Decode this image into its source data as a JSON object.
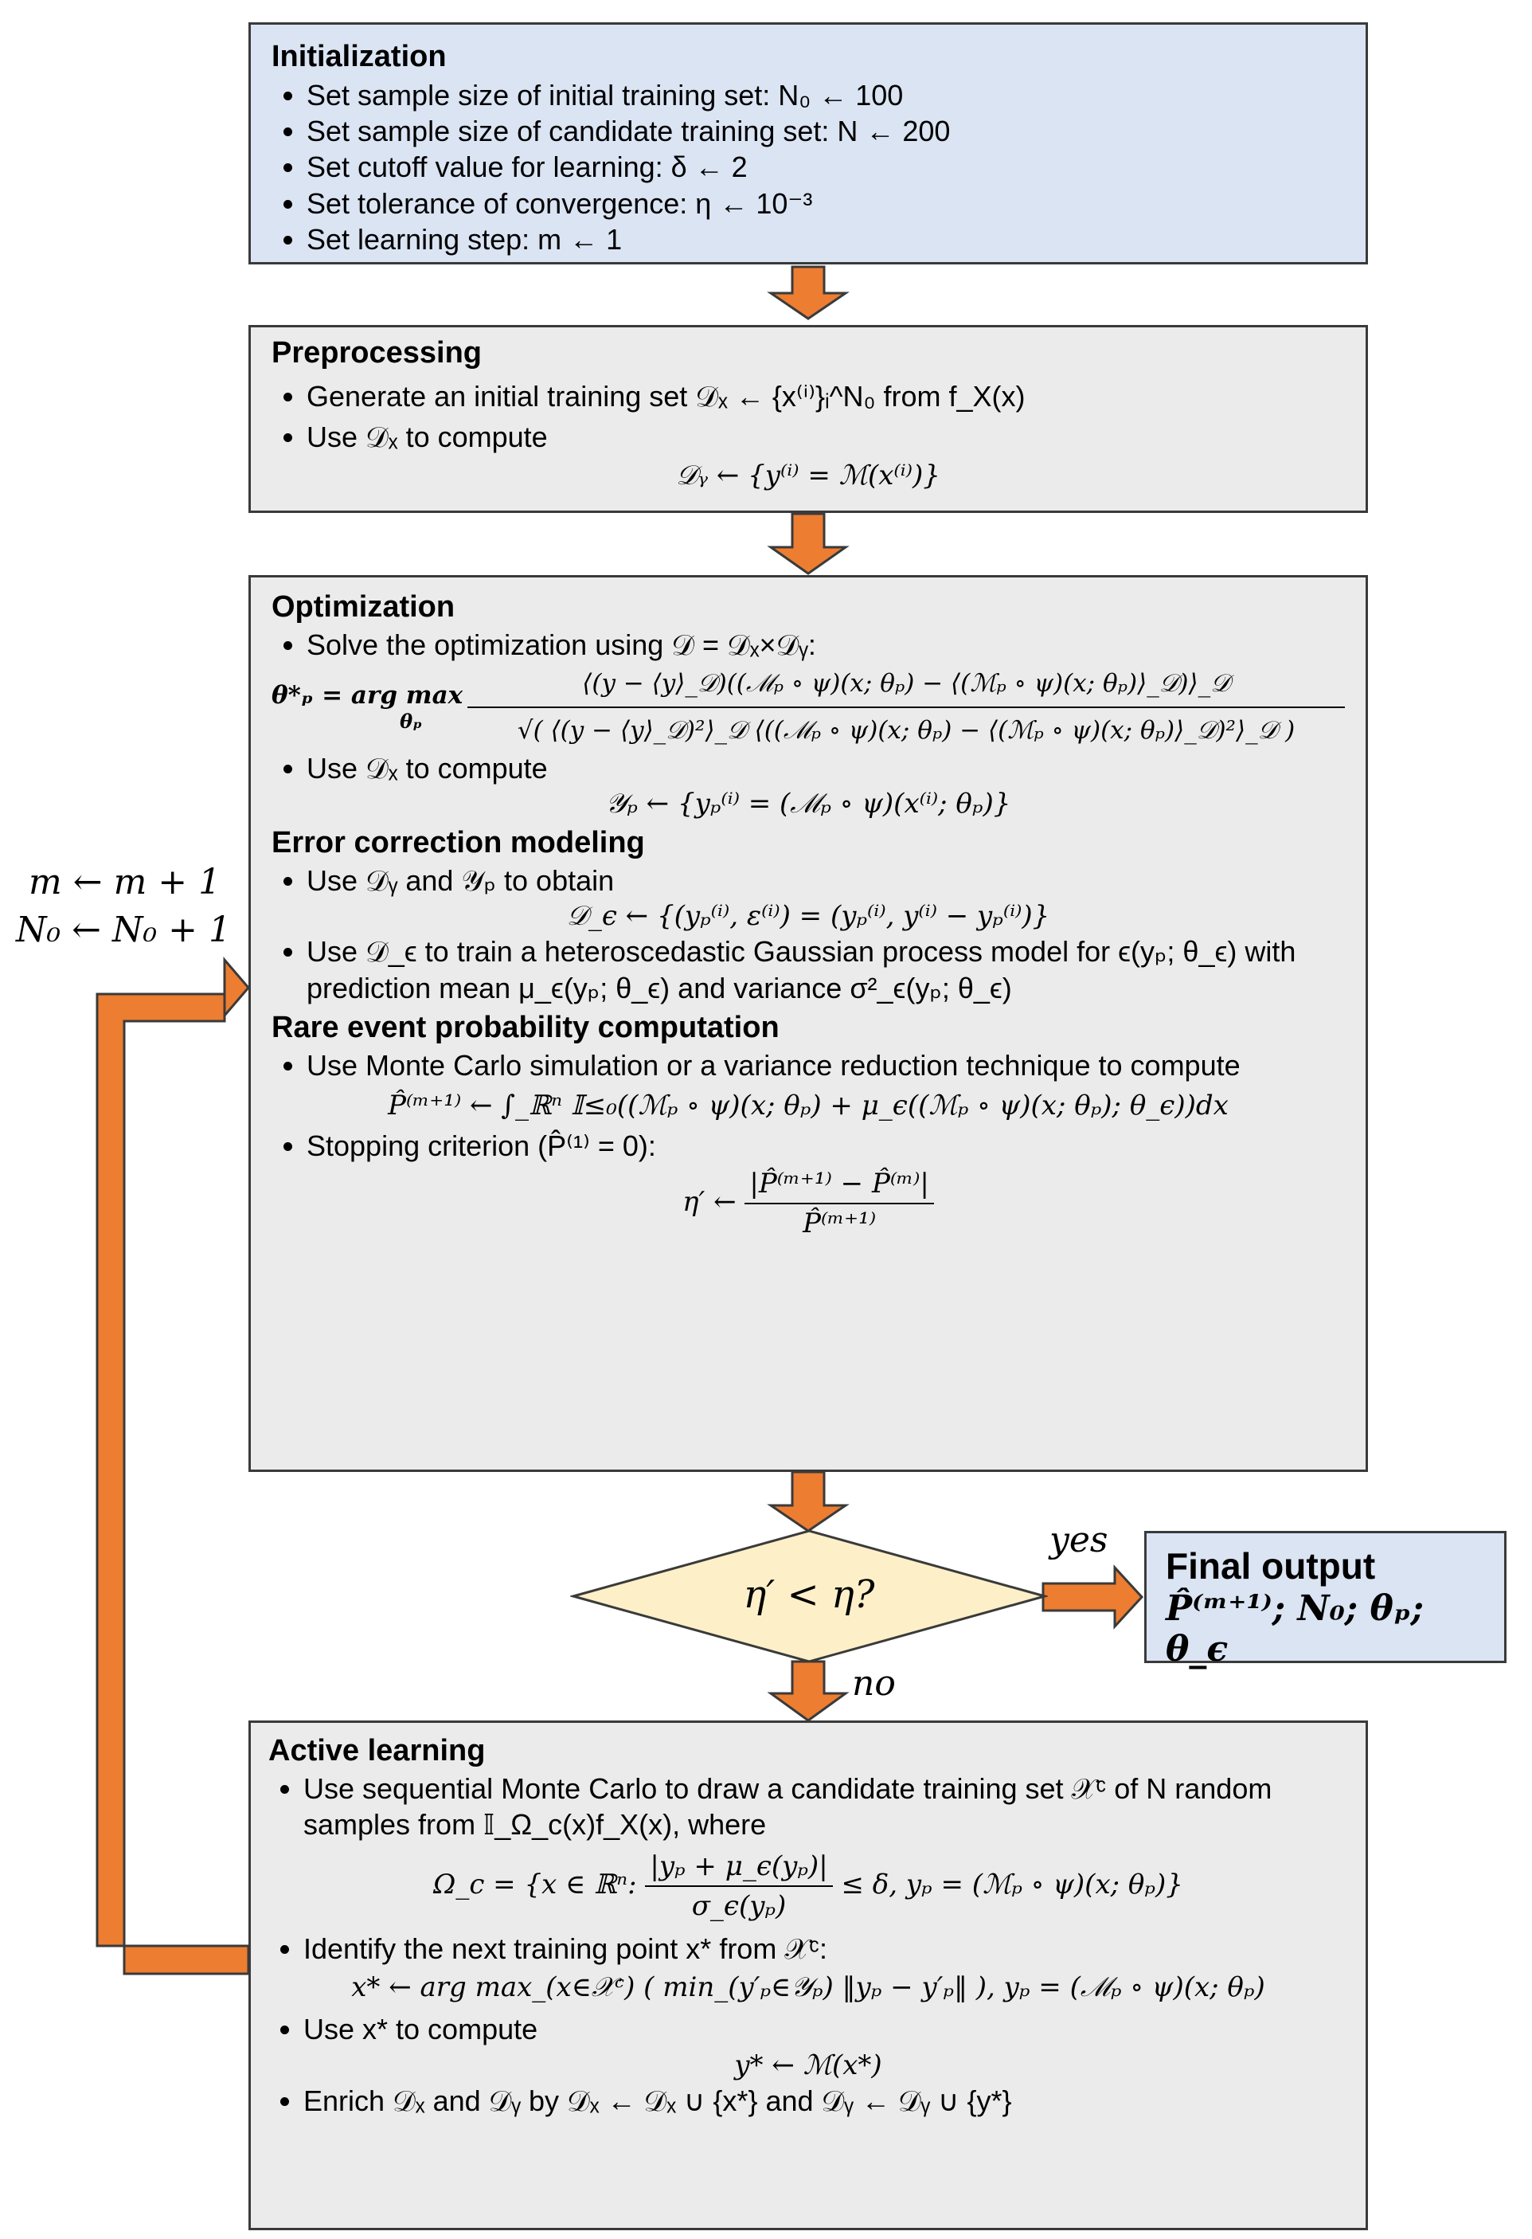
{
  "initialization": {
    "title": "Initialization",
    "items": [
      "Set sample size of initial training set: N₀ ← 100",
      "Set sample size of candidate training set: N ← 200",
      "Set cutoff value for learning: δ ← 2",
      "Set tolerance of convergence: η ← 10⁻³",
      "Set learning step: m ← 1"
    ]
  },
  "preprocessing": {
    "title": "Preprocessing",
    "items": [
      "Generate an initial training set 𝒟ₓ ← {x⁽ⁱ⁾}ᵢ^N₀ from f_X(x)",
      "Use 𝒟ₓ to compute"
    ],
    "equation": "𝒟ᵧ ← {y⁽ⁱ⁾ = ℳ(x⁽ⁱ⁾)}"
  },
  "optimization": {
    "title": "Optimization",
    "item1": "Solve the optimization using 𝒟 = 𝒟ₓ×𝒟ᵧ:",
    "lhs": "θ*ₚ = arg max",
    "lhs_sub": "θₚ",
    "numerator": "⟨(y − ⟨y⟩_𝒟)((ℳₚ ∘ ψ)(x; θₚ) − ⟨(ℳₚ ∘ ψ)(x; θₚ)⟩_𝒟)⟩_𝒟",
    "denominator": "√( ⟨(y − ⟨y⟩_𝒟)²⟩_𝒟 ⟨((ℳₚ ∘ ψ)(x; θₚ) − ⟨(ℳₚ ∘ ψ)(x; θₚ)⟩_𝒟)²⟩_𝒟 )",
    "item2": "Use 𝒟ₓ to compute",
    "equation2": "𝒴ₚ ← {yₚ⁽ⁱ⁾ = (ℳₚ ∘ ψ)(x⁽ⁱ⁾; θₚ)}"
  },
  "error_correction": {
    "title": "Error correction modeling",
    "item1": "Use 𝒟ᵧ and 𝒴ₚ to obtain",
    "equation1": "𝒟_ϵ ← {(yₚ⁽ⁱ⁾, ε⁽ⁱ⁾) = (yₚ⁽ⁱ⁾, y⁽ⁱ⁾ − yₚ⁽ⁱ⁾)}",
    "item2": "Use 𝒟_ϵ to train a heteroscedastic Gaussian process model for ϵ(yₚ; θ_ϵ) with prediction mean μ_ϵ(yₚ; θ_ϵ) and variance σ²_ϵ(yₚ; θ_ϵ)"
  },
  "rare_event": {
    "title": "Rare event probability computation",
    "item1": "Use Monte Carlo simulation or a variance reduction technique to compute",
    "equation1": "P̂⁽ᵐ⁺¹⁾ ← ∫_ℝⁿ 𝕀≤₀((ℳₚ ∘ ψ)(x; θₚ) + μ_ϵ((ℳₚ ∘ ψ)(x; θₚ); θ_ϵ))dx",
    "item2": "Stopping criterion (P̂⁽¹⁾ = 0):",
    "eq2_lhs": "η′ ←",
    "eq2_num": "|P̂⁽ᵐ⁺¹⁾ − P̂⁽ᵐ⁾|",
    "eq2_den": "P̂⁽ᵐ⁺¹⁾"
  },
  "decision": {
    "text": "η′ < η?",
    "yes": "yes",
    "no": "no"
  },
  "final_output": {
    "title": "Final output",
    "math": "P̂⁽ᵐ⁺¹⁾; N₀; θₚ; θ_ϵ"
  },
  "loop_label": {
    "line1": "m ← m + 1",
    "line2": "N₀ ← N₀ + 1"
  },
  "active_learning": {
    "title": "Active learning",
    "item1": "Use sequential Monte Carlo to draw a candidate training set 𝒳ᶜ of N random samples from 𝕀_Ω_c(x)f_X(x), where",
    "eq1_lhs": "Ω_c = {x ∈ ℝⁿ:",
    "eq1_num": "|yₚ + μ_ϵ(yₚ)|",
    "eq1_den": "σ_ϵ(yₚ)",
    "eq1_rhs": "≤ δ, yₚ = (ℳₚ ∘ ψ)(x; θₚ)}",
    "item2": "Identify the next training point x* from 𝒳ᶜ:",
    "equation2": "x* ← arg max_(x∈𝒳ᶜ) ( min_(y′ₚ∈𝒴ₚ) ‖yₚ − y′ₚ‖ ), yₚ = (ℳₚ ∘ ψ)(x; θₚ)",
    "item3": "Use x* to compute",
    "equation3": "y* ← ℳ(x*)",
    "item4": "Enrich 𝒟ₓ and 𝒟ᵧ by 𝒟ₓ ← 𝒟ₓ ∪ {x*} and 𝒟ᵧ ← 𝒟ᵧ ∪ {y*}"
  },
  "colors": {
    "box_blue": "#dbe4f3",
    "box_grey": "#ebebeb",
    "arrow": "#ed7d31",
    "diamond": "#fdf0c8"
  }
}
